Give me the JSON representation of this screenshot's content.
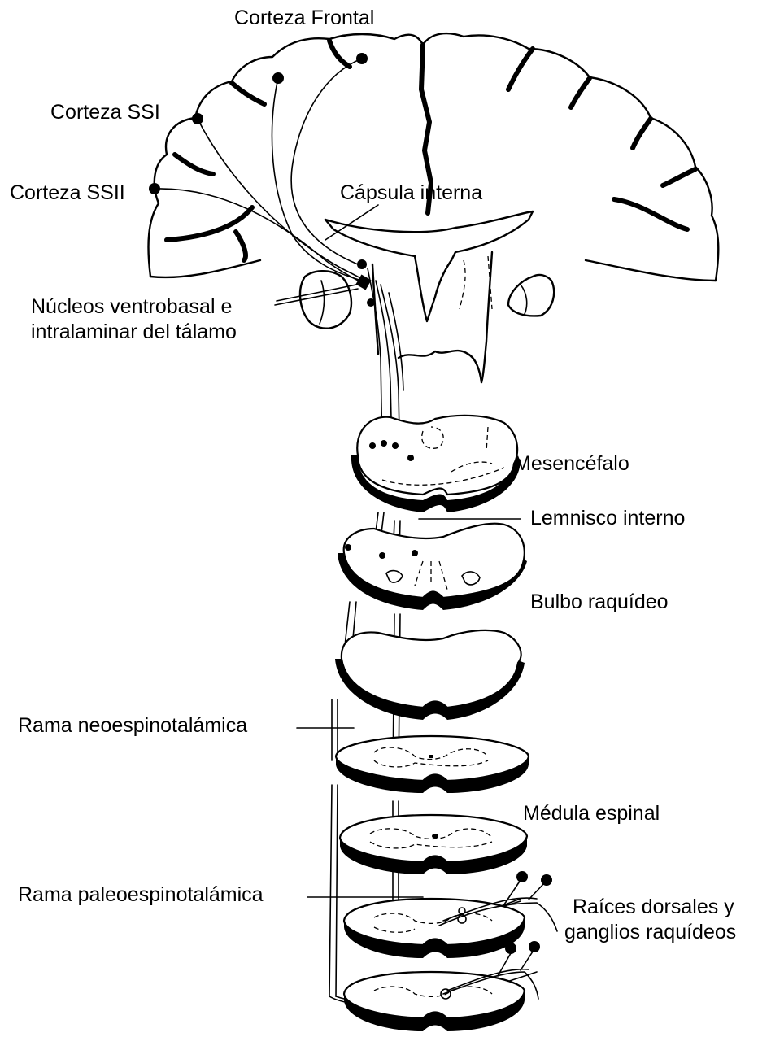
{
  "labels": {
    "corteza_frontal": "Corteza Frontal",
    "corteza_ssi": "Corteza SSI",
    "corteza_ssii": "Corteza SSII",
    "capsula_interna": "Cápsula interna",
    "nucleos_line1": "Núcleos ventrobasal e",
    "nucleos_line2": "intralaminar del tálamo",
    "mesencefalo": "Mesencéfalo",
    "lemnisco_interno": "Lemnisco interno",
    "bulbo_raquideo": "Bulbo raquídeo",
    "rama_neoespinotalamica": "Rama neoespinotalámica",
    "medula_espinal": "Médula espinal",
    "rama_paleoespinotalamica": "Rama paleoespinotalámica",
    "raices_line1": "Raíces dorsales y",
    "raices_line2": "ganglios raquídeos"
  },
  "colors": {
    "ink": "#000000",
    "background": "#ffffff"
  }
}
